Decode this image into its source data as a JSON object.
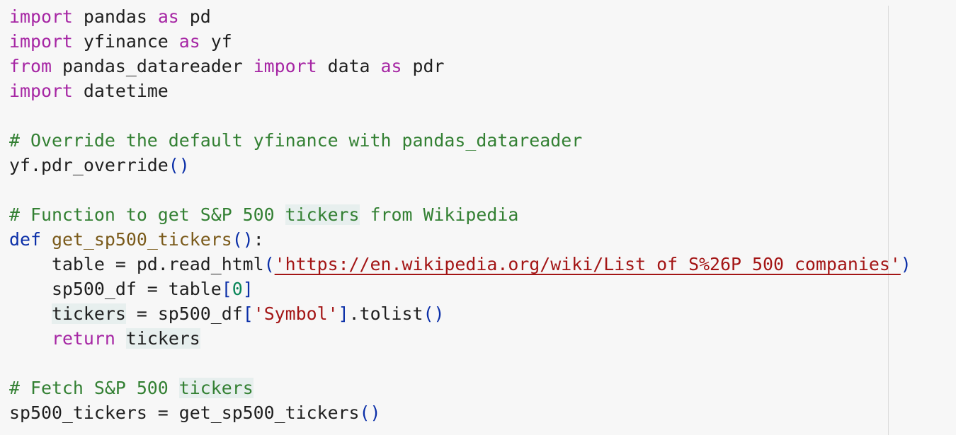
{
  "editor": {
    "lines": [
      [
        {
          "t": "import",
          "c": "t-kw"
        },
        {
          "t": " pandas "
        },
        {
          "t": "as",
          "c": "t-kw"
        },
        {
          "t": " pd"
        }
      ],
      [
        {
          "t": "import",
          "c": "t-kw"
        },
        {
          "t": " yfinance "
        },
        {
          "t": "as",
          "c": "t-kw"
        },
        {
          "t": " yf"
        }
      ],
      [
        {
          "t": "from",
          "c": "t-kw"
        },
        {
          "t": " pandas_datareader "
        },
        {
          "t": "import",
          "c": "t-kw"
        },
        {
          "t": " data "
        },
        {
          "t": "as",
          "c": "t-kw"
        },
        {
          "t": " pdr"
        }
      ],
      [
        {
          "t": "import",
          "c": "t-kw"
        },
        {
          "t": " datetime"
        }
      ],
      [],
      [
        {
          "t": "# Override the default yfinance with pandas_datareader",
          "c": "t-cm"
        }
      ],
      [
        {
          "t": "yf.pdr_override"
        },
        {
          "t": "()",
          "c": "t-br"
        }
      ],
      [],
      [
        {
          "t": "# Function to get S&P 500 ",
          "c": "t-cm"
        },
        {
          "t": "tickers",
          "c": "t-cm t-hl"
        },
        {
          "t": " from Wikipedia",
          "c": "t-cm"
        }
      ],
      [
        {
          "t": "def",
          "c": "t-def"
        },
        {
          "t": " "
        },
        {
          "t": "get_sp500_tickers",
          "c": "t-fn"
        },
        {
          "t": "()",
          "c": "t-br"
        },
        {
          "t": ":"
        }
      ],
      [
        {
          "t": "    table = pd.read_html"
        },
        {
          "t": "(",
          "c": "t-br"
        },
        {
          "t": "'https://en.wikipedia.org/wiki/List_of_S%26P_500_companies'",
          "c": "t-str t-link"
        },
        {
          "t": ")",
          "c": "t-br"
        }
      ],
      [
        {
          "t": "    sp500_df = table"
        },
        {
          "t": "[",
          "c": "t-br"
        },
        {
          "t": "0",
          "c": "t-num"
        },
        {
          "t": "]",
          "c": "t-br"
        }
      ],
      [
        {
          "t": "    "
        },
        {
          "t": "tickers",
          "c": "t-hl"
        },
        {
          "t": " = sp500_df"
        },
        {
          "t": "[",
          "c": "t-br"
        },
        {
          "t": "'Symbol'",
          "c": "t-str"
        },
        {
          "t": "]",
          "c": "t-br"
        },
        {
          "t": ".tolist"
        },
        {
          "t": "()",
          "c": "t-br"
        }
      ],
      [
        {
          "t": "    "
        },
        {
          "t": "return",
          "c": "t-kw"
        },
        {
          "t": " "
        },
        {
          "t": "tickers",
          "c": "t-hl"
        }
      ],
      [],
      [
        {
          "t": "# Fetch S&P 500 ",
          "c": "t-cm"
        },
        {
          "t": "tickers",
          "c": "t-cm t-hl"
        }
      ],
      [
        {
          "t": "sp500_tickers = get_sp500_tickers"
        },
        {
          "t": "()",
          "c": "t-br"
        }
      ]
    ]
  }
}
